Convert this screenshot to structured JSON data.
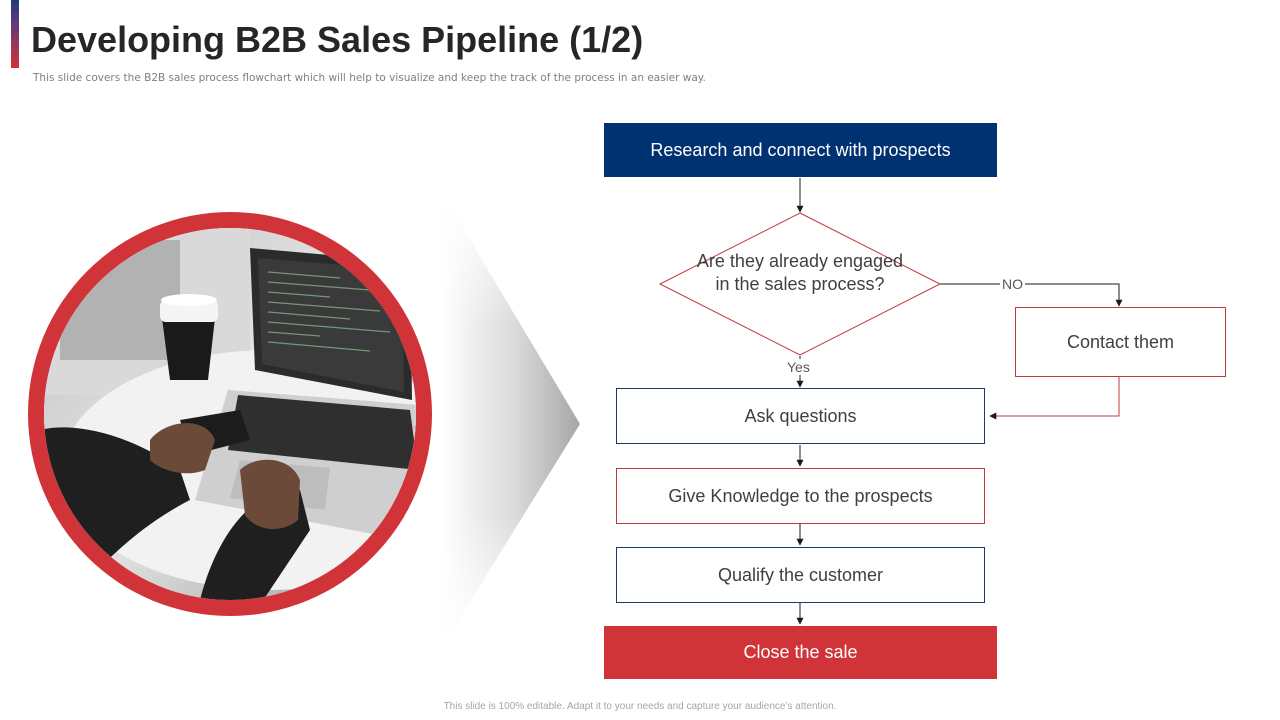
{
  "title": "Developing B2B Sales Pipeline (1/2)",
  "subtitle": "This slide covers the B2B sales process flowchart which will help to visualize and keep the track of the process in an easier way.",
  "footer": "This slide is 100% editable. Adapt it to your needs and capture your audience’s attention.",
  "colors": {
    "navy": "#003171",
    "red": "#d13438",
    "text": "#404040"
  },
  "flow": {
    "start": "Research and connect with prospects",
    "decision": "Are they already engaged in the sales process?",
    "no_label": "NO",
    "yes_label": "Yes",
    "contact": "Contact them",
    "steps": [
      "Ask questions",
      "Give Knowledge to the prospects",
      "Qualify the customer"
    ],
    "end": "Close the sale"
  }
}
